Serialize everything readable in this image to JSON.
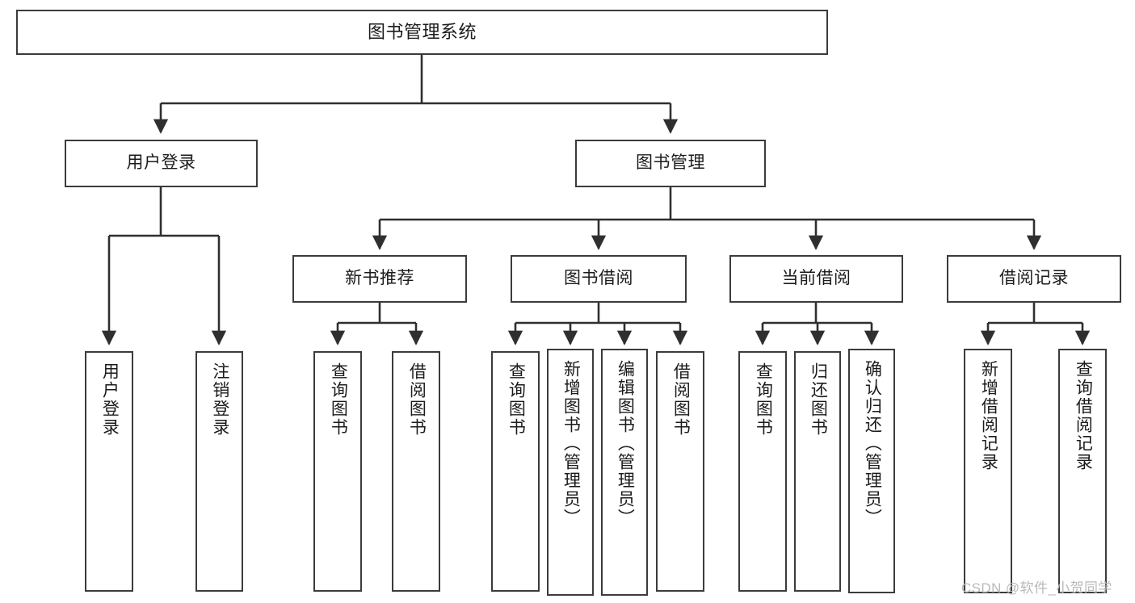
{
  "diagram": {
    "title": "图书管理系统",
    "type": "tree-hierarchy-diagram",
    "watermark": "CSDN @软件_小贺同学",
    "colors": {
      "box_border": "#3b3b3b",
      "box_fill": "#ffffff",
      "connector": "#2f2f2f",
      "text": "#1b1b1b",
      "watermark": "#b9b9b9",
      "background": "#ffffff"
    },
    "nodes": {
      "root": {
        "label": "图书管理系统"
      },
      "level1": [
        {
          "id": "user-login",
          "label": "用户登录"
        },
        {
          "id": "book-management",
          "label": "图书管理"
        }
      ],
      "level2": [
        {
          "id": "new-book-recommend",
          "label": "新书推荐"
        },
        {
          "id": "book-borrow",
          "label": "图书借阅"
        },
        {
          "id": "current-borrow",
          "label": "当前借阅"
        },
        {
          "id": "borrow-record",
          "label": "借阅记录"
        }
      ],
      "leaves": {
        "user_login": [
          {
            "id": "leaf-user-login",
            "label": "用户登录"
          },
          {
            "id": "leaf-logout-login",
            "label": "注销登录"
          }
        ],
        "new_book_recommend": [
          {
            "id": "leaf-query-book-1",
            "label": "查询图书"
          },
          {
            "id": "leaf-borrow-book-1",
            "label": "借阅图书"
          }
        ],
        "book_borrow": [
          {
            "id": "leaf-query-book-2",
            "label": "查询图书"
          },
          {
            "id": "leaf-add-book",
            "label": "新增图书（管理员）"
          },
          {
            "id": "leaf-edit-book",
            "label": "编辑图书（管理员）"
          },
          {
            "id": "leaf-borrow-book-2",
            "label": "借阅图书"
          }
        ],
        "current_borrow": [
          {
            "id": "leaf-query-book-3",
            "label": "查询图书"
          },
          {
            "id": "leaf-return-book",
            "label": "归还图书"
          },
          {
            "id": "leaf-confirm-return",
            "label": "确认归还（管理员）"
          }
        ],
        "borrow_record": [
          {
            "id": "leaf-add-record",
            "label": "新增借阅记录"
          },
          {
            "id": "leaf-query-record",
            "label": "查询借阅记录"
          }
        ]
      }
    }
  }
}
